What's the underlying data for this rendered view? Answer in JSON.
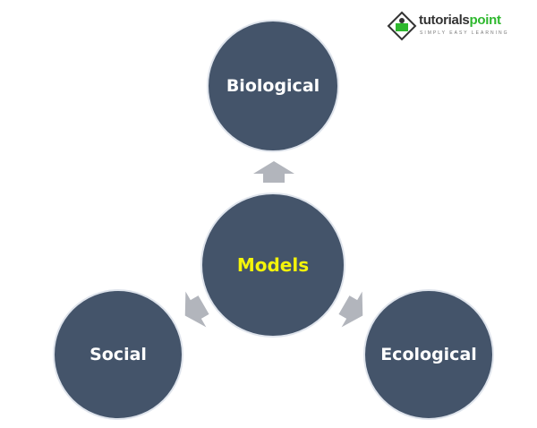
{
  "diagram": {
    "center": {
      "label": "Models"
    },
    "nodes": [
      {
        "id": "biological",
        "label": "Biological"
      },
      {
        "id": "social",
        "label": "Social"
      },
      {
        "id": "ecological",
        "label": "Ecological"
      }
    ]
  },
  "logo": {
    "name": "tutorialspoint",
    "word_a": "tutorials",
    "word_b": "point",
    "tagline": "SIMPLY EASY LEARNING"
  },
  "colors": {
    "circle": "#44546a",
    "arrow": "#b2b5bc",
    "center_text": "#f4f40a",
    "text": "#ffffff"
  }
}
